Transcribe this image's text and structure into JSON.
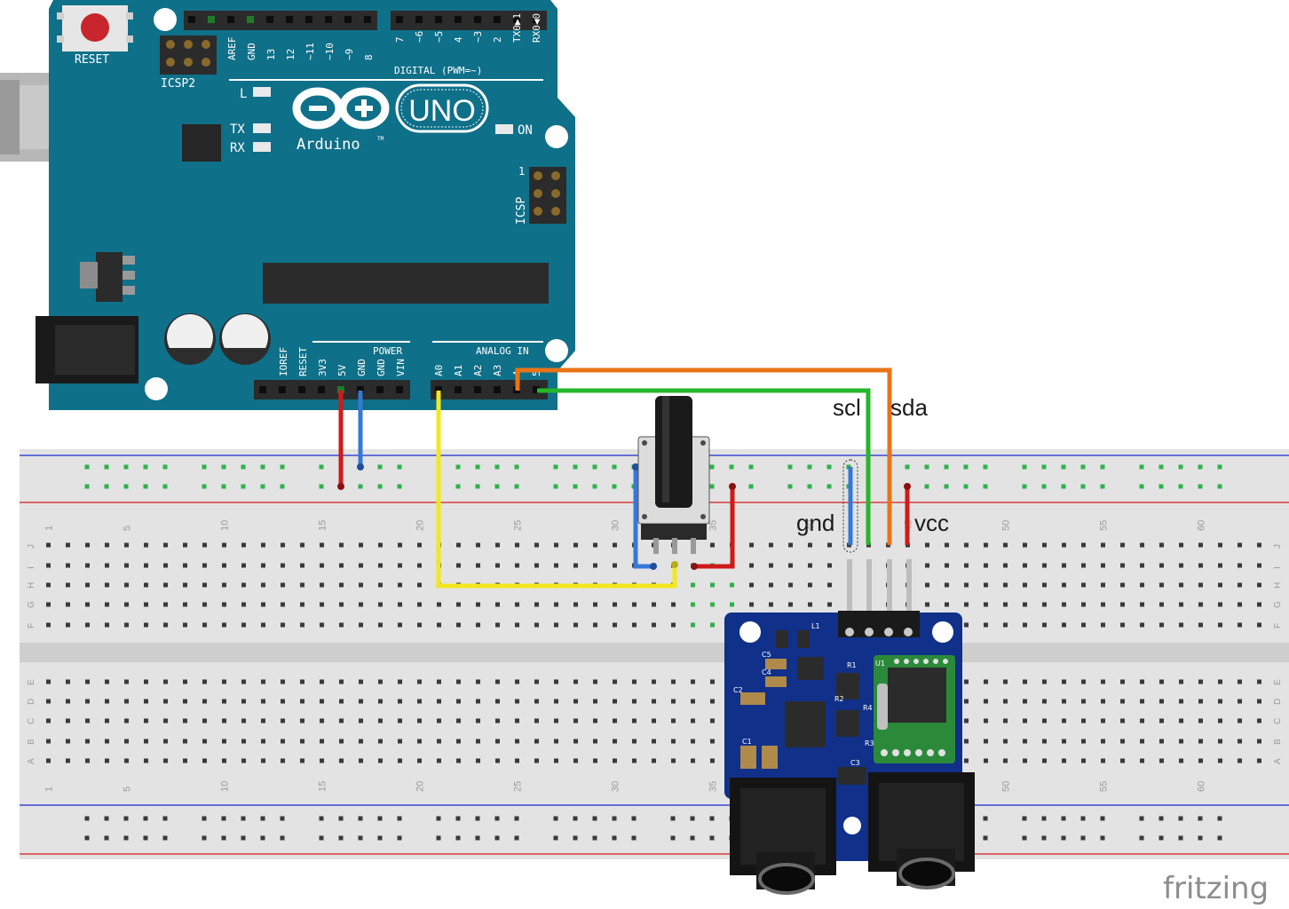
{
  "arduino": {
    "reset_label": "RESET",
    "icsp2_label": "ICSP2",
    "icsp_label": "ICSP",
    "icsp_pin1": "1",
    "digital_label": "DIGITAL (PWM=~)",
    "digital_pins": [
      "AREF",
      "GND",
      "13",
      "12",
      "~11",
      "~10",
      "~9",
      "8",
      "7",
      "~6",
      "~5",
      "4",
      "~3",
      "2",
      "TX0▶1",
      "RX0◀0"
    ],
    "led_l": "L",
    "led_tx": "TX",
    "led_rx": "RX",
    "led_on": "ON",
    "uno_label": "UNO",
    "brand_label": "Arduino",
    "tm": "TM",
    "power_label": "POWER",
    "power_pins": [
      "IOREF",
      "RESET",
      "3V3",
      "5V",
      "GND",
      "GND",
      "VIN"
    ],
    "analog_label": "ANALOG IN",
    "analog_pins": [
      "A0",
      "A1",
      "A2",
      "A3",
      "4",
      "5"
    ]
  },
  "wire_labels": {
    "scl": "scl",
    "sda": "sda",
    "gnd": "gnd",
    "vcc": "vcc"
  },
  "breadboard": {
    "column_numbers": [
      "1",
      "5",
      "10",
      "15",
      "20",
      "25",
      "30",
      "35",
      "40",
      "45",
      "50",
      "55",
      "60"
    ],
    "rows_top": [
      "J",
      "I",
      "H",
      "G",
      "F"
    ],
    "rows_bottom": [
      "E",
      "D",
      "C",
      "B",
      "A"
    ]
  },
  "module": {
    "silk_labels": [
      "C5",
      "C4",
      "C2",
      "C1",
      "C3",
      "U1",
      "L1",
      "R1",
      "R2",
      "R4",
      "R3"
    ]
  },
  "watermark": "fritzing",
  "colors": {
    "board_blue": "#0f7089",
    "wire_red": "#d01a1a",
    "wire_blue": "#3478d8",
    "wire_yellow": "#f2e81d",
    "wire_orange": "#ea7316",
    "wire_green": "#24b72a",
    "pcb_blue": "#10308a"
  }
}
